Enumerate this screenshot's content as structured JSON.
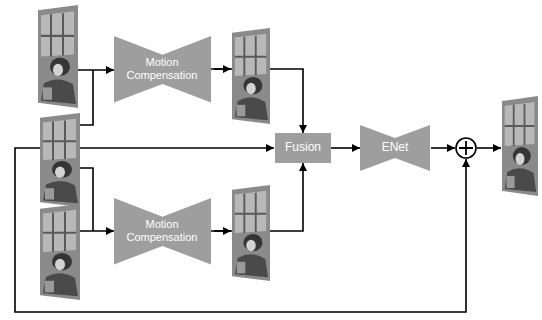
{
  "diagram": {
    "nodes": [
      {
        "text": [
          "Motion Compensation"
        ]
      },
      {
        "text": [
          "Fusion"
        ]
      },
      {
        "text": [
          "ENet"
        ]
      },
      {
        "text": [
          "Motion Compensation"
        ]
      }
    ],
    "edges": [
      {
        "from": 0,
        "to": 1,
        "arrow": "to"
      },
      {
        "from": 3,
        "to": 1,
        "arrow": "to"
      },
      {
        "from": 1,
        "to": 2,
        "arrow": "to"
      }
    ]
  }
}
